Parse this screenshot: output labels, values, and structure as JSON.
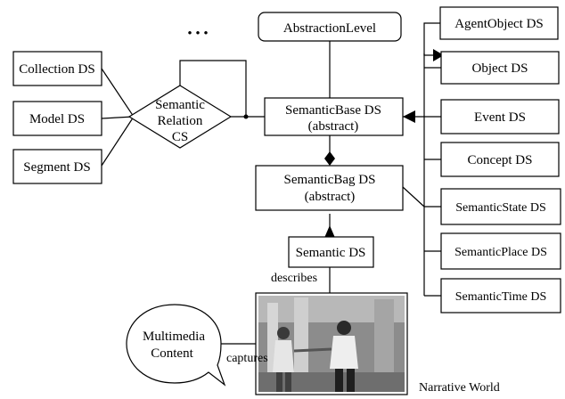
{
  "ellipsis": "• • •",
  "boxes": {
    "abstraction_level": "AbstractionLevel",
    "agent_object": "AgentObject DS",
    "object": "Object DS",
    "event": "Event DS",
    "concept": "Concept DS",
    "semantic_state": "SemanticState DS",
    "semantic_place": "SemanticPlace DS",
    "semantic_time": "SemanticTime DS",
    "collection": "Collection DS",
    "model": "Model DS",
    "segment": "Segment DS",
    "semantic_base_line1": "SemanticBase DS",
    "semantic_base_line2": "(abstract)",
    "semantic_bag_line1": "SemanticBag DS",
    "semantic_bag_line2": "(abstract)",
    "semantic": "Semantic DS"
  },
  "relation": {
    "line1": "Semantic",
    "line2": "Relation",
    "line3": "CS"
  },
  "multimedia": {
    "line1": "Multimedia",
    "line2": "Content"
  },
  "labels": {
    "describes": "describes",
    "captures": "captures",
    "narrative_world": "Narrative World"
  }
}
